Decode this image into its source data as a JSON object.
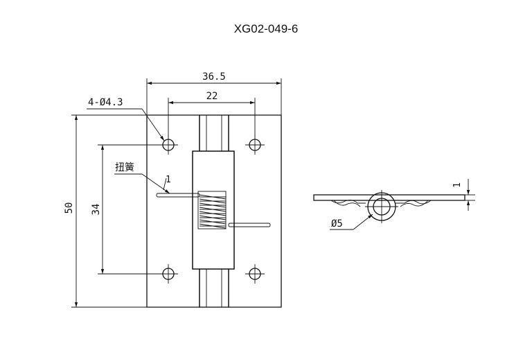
{
  "title": "XG02-049-6",
  "dimensions": {
    "overall_width": "36.5",
    "hole_spacing_horizontal": "22",
    "holes": "4-Ø4.3",
    "spring_label": "扭簧",
    "spring_thickness": "1",
    "overall_height": "50",
    "hole_spacing_vertical": "34",
    "side_thickness": "1",
    "barrel_diameter": "Ø5"
  }
}
